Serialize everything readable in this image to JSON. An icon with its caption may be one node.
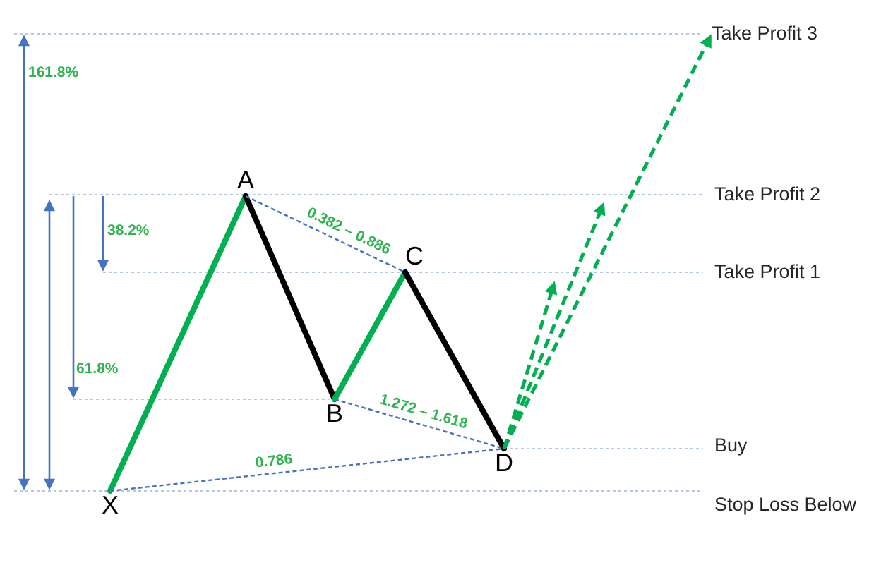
{
  "diagram": {
    "nodes": [
      {
        "text": [
          "X"
        ]
      },
      {
        "text": [
          "A"
        ]
      },
      {
        "text": [
          "B"
        ]
      },
      {
        "text": [
          "C"
        ]
      },
      {
        "text": [
          "D"
        ]
      },
      {
        "text": [
          "Take Profit 3"
        ]
      }
    ],
    "edges": [
      {
        "from": 0,
        "to": 1,
        "arrow": "none",
        "color": "#00b050"
      },
      {
        "from": 1,
        "to": 2,
        "arrow": "none",
        "color": "#000000"
      },
      {
        "from": 2,
        "to": 3,
        "arrow": "none",
        "color": "#00b050"
      },
      {
        "from": 3,
        "to": 4,
        "arrow": "none",
        "color": "#000000"
      },
      {
        "from": 1,
        "to": 3,
        "arrow": "none",
        "style": "dashed",
        "color": "#4472c4",
        "label": "0.382 – 0.886"
      },
      {
        "from": 2,
        "to": 4,
        "arrow": "none",
        "style": "dashed",
        "color": "#4472c4",
        "label": "1.272 – 1.618"
      },
      {
        "from": 0,
        "to": 4,
        "arrow": "none",
        "style": "dashed",
        "color": "#4472c4",
        "label": "0.786"
      },
      {
        "from": 4,
        "to": null,
        "arrow": "to",
        "style": "dashed",
        "color": "#00b050"
      },
      {
        "from": 4,
        "to": null,
        "arrow": "to",
        "style": "dashed",
        "color": "#00b050"
      },
      {
        "from": 4,
        "to": 5,
        "arrow": "to",
        "style": "dashed",
        "color": "#00b050"
      }
    ],
    "labels": [
      "161.8%",
      "Take Profit 2",
      "38.2%",
      "Take Profit 1",
      "61.8%",
      "Buy",
      "Stop Loss Below"
    ]
  }
}
